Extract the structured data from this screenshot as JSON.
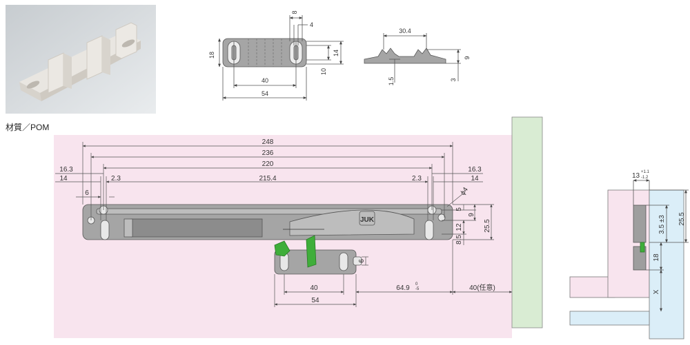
{
  "material_label": "材質／POM",
  "photo": {
    "caption": ""
  },
  "top_view": {
    "dims": {
      "w8": "8",
      "w4": "4",
      "h18": "18",
      "h14": "14",
      "h10": "10",
      "p40": "40",
      "l54": "54"
    }
  },
  "side_view": {
    "dims": {
      "w30_4": "30.4",
      "h9": "9",
      "h1_5": "1.5",
      "h3": "3"
    }
  },
  "main": {
    "dims": {
      "d248": "248",
      "d236": "236",
      "d220": "220",
      "d16_3_l": "16.3",
      "d14_l": "14",
      "d6_l": "6",
      "d2_3_l": "2.3",
      "d215_4": "215.4",
      "d2_3_r": "2.3",
      "d16_3_r": "16.3",
      "d14_r": "14",
      "phi4": "ϕ4",
      "v5": "5",
      "v9": "9",
      "v12": "12",
      "v25_5": "25.5",
      "v8_5": "8.5",
      "b40": "40",
      "b54": "54",
      "b64_9": "64.9",
      "b64_9_tol_top": "0",
      "b64_9_tol_bot": "-5",
      "b40_opt": "40(任意)",
      "c6": "6"
    },
    "brand": "JUK"
  },
  "right_view": {
    "dims": {
      "d13": "13",
      "tol_p": "+1.1",
      "tol_m": "-1.2",
      "d3_5": "3.5 ±3",
      "d25_5": "25.5",
      "d18": "18",
      "dX": "X"
    }
  },
  "colors": {
    "pink": "#f8e4ee",
    "green": "#d9ecd3",
    "blue": "#dbeef8",
    "gray_part": "#9e9e9e",
    "green_part": "#3fae3a",
    "line": "#555555"
  }
}
